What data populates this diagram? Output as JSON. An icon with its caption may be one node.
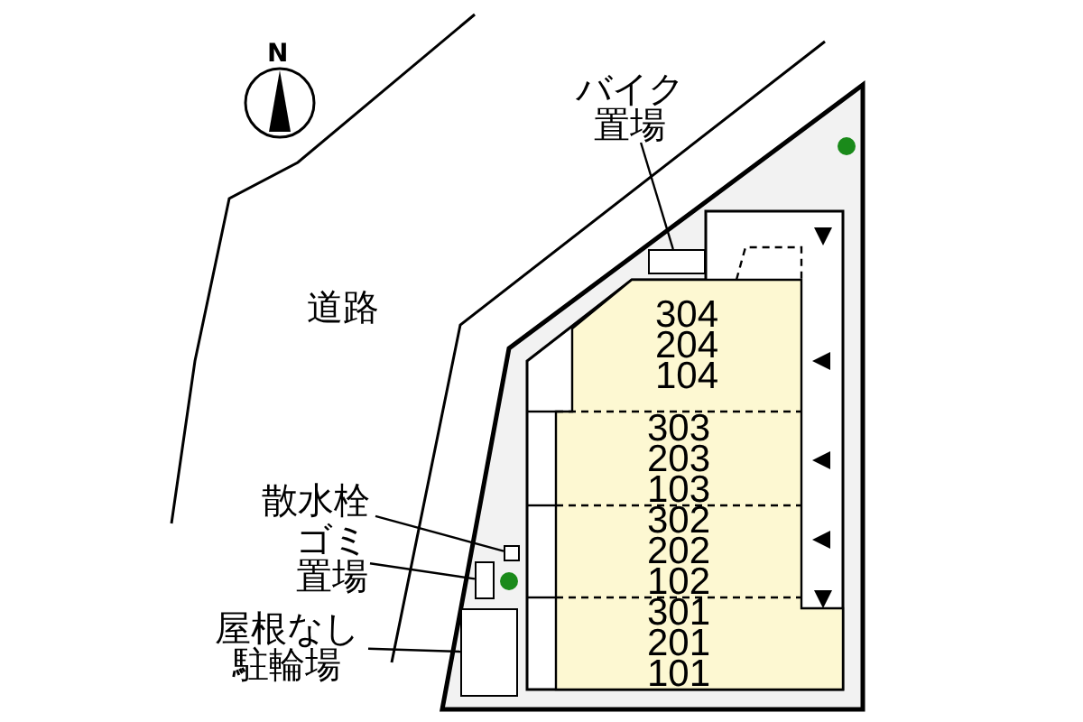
{
  "diagram": {
    "nodes": [
      {
        "text": [
          "バイク置場"
        ]
      },
      {
        "text": [],
        "shape": "box"
      },
      {
        "text": [
          "304",
          "204",
          "104"
        ]
      },
      {
        "text": [
          "303",
          "203",
          "103"
        ]
      },
      {
        "text": [
          "302",
          "202",
          "102"
        ]
      },
      {
        "text": [
          "301",
          "201",
          "101"
        ]
      },
      {
        "text": [
          "散水栓"
        ]
      },
      {
        "text": [],
        "shape": "box"
      },
      {
        "text": [
          "ゴミ置場"
        ]
      },
      {
        "text": [],
        "shape": "box"
      },
      {
        "text": [
          "屋根なし駐輪場"
        ]
      },
      {
        "text": [],
        "shape": "box"
      }
    ],
    "edges": [
      {
        "from": 0,
        "to": 1,
        "arrow": "none"
      },
      {
        "from": 6,
        "to": 7,
        "arrow": "none"
      },
      {
        "from": 8,
        "to": 9,
        "arrow": "none"
      },
      {
        "from": 10,
        "to": 11,
        "arrow": "none"
      }
    ],
    "labels": [
      "N",
      "道路"
    ]
  }
}
